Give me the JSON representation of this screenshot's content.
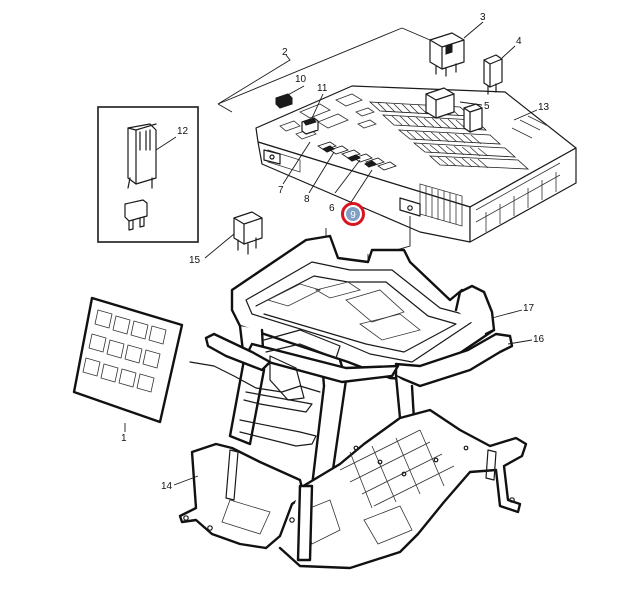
{
  "callouts": [
    {
      "id": "1",
      "label": "1"
    },
    {
      "id": "2",
      "label": "2"
    },
    {
      "id": "3",
      "label": "3"
    },
    {
      "id": "4",
      "label": "4"
    },
    {
      "id": "5",
      "label": "5"
    },
    {
      "id": "6",
      "label": "6"
    },
    {
      "id": "7",
      "label": "7"
    },
    {
      "id": "8",
      "label": "8"
    },
    {
      "id": "9",
      "label": "9"
    },
    {
      "id": "10",
      "label": "10"
    },
    {
      "id": "11",
      "label": "11"
    },
    {
      "id": "12",
      "label": "12"
    },
    {
      "id": "13",
      "label": "13"
    },
    {
      "id": "14",
      "label": "14"
    },
    {
      "id": "15",
      "label": "15"
    },
    {
      "id": "16",
      "label": "16"
    },
    {
      "id": "17",
      "label": "17"
    }
  ],
  "highlighted_callout": "9",
  "colors": {
    "line": "#1a1a1a",
    "highlight_ring": "#d8141e",
    "highlight_fill": "#7f9fc4",
    "background": "#ffffff"
  }
}
